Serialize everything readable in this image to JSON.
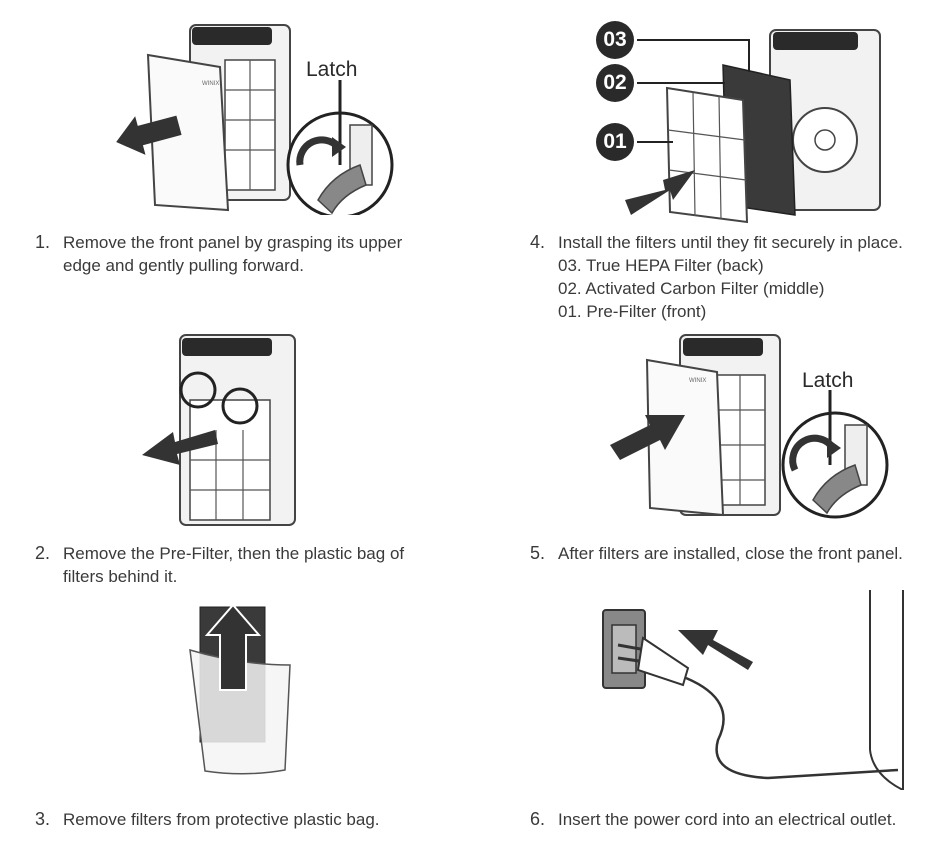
{
  "steps": [
    {
      "num": "1.",
      "lines": [
        "Remove the front panel by grasping its upper",
        "edge and gently pulling forward."
      ]
    },
    {
      "num": "2.",
      "lines": [
        "Remove the Pre-Filter, then the plastic bag of",
        "filters behind it."
      ]
    },
    {
      "num": "3.",
      "lines": [
        "Remove filters from protective plastic bag."
      ]
    },
    {
      "num": "4.",
      "lines": [
        "Install the filters until they fit securely in place."
      ],
      "sublines": [
        "03. True HEPA Filter (back)",
        "02. Activated Carbon Filter (middle)",
        "01. Pre-Filter (front)"
      ]
    },
    {
      "num": "5.",
      "lines": [
        "After filters are installed, close the front panel."
      ]
    },
    {
      "num": "6.",
      "lines": [
        "Insert the power cord into an electrical outlet."
      ]
    }
  ],
  "callouts": {
    "latch_label_1": "Latch",
    "latch_label_5": "Latch",
    "filter_03": "03",
    "filter_02": "02",
    "filter_01": "01"
  },
  "brand_mark": "WINIX",
  "colors": {
    "ink": "#2a2a2a",
    "line": "#444444",
    "arrow": "#333333",
    "panel": "#f7f7f7",
    "carbon": "#3a3a3a"
  }
}
